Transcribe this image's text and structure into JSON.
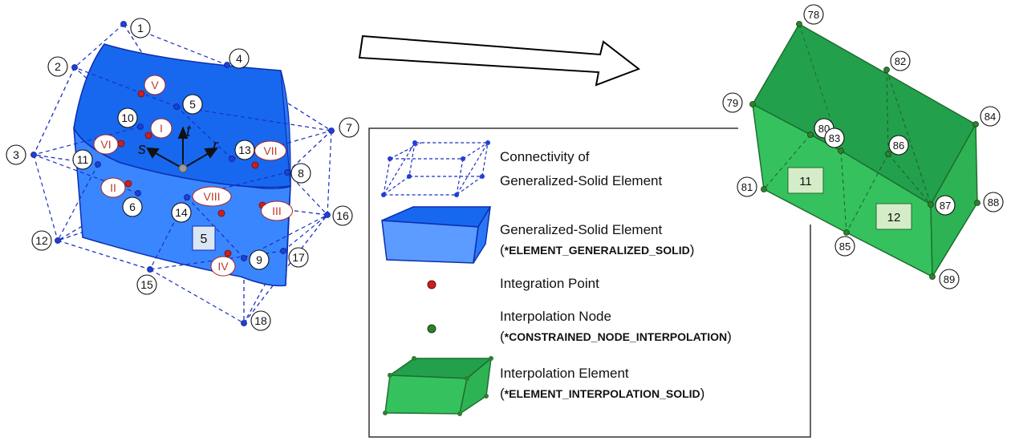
{
  "colors": {
    "blue_node": "#1f3fd6",
    "dash_blue": "#1a2fc4",
    "solid_top": "#1768ef",
    "solid_front": "#3a86ff",
    "solid_side": "#2a78f5",
    "solid_edge": "#0b2fb0",
    "integration_red": "#cc1f1f",
    "label_red": "#c0392b",
    "green_node": "#2f7f2f",
    "green_top": "#23a04c",
    "green_front": "#35c25e",
    "green_side": "#2db354",
    "green_edge": "#1e6e30",
    "axis": "#111111",
    "box_fill": "#d5ecc8",
    "box_fill_blue": "#dbe6f5"
  },
  "left_element": {
    "node_labels": [
      "1",
      "2",
      "3",
      "4",
      "5",
      "6",
      "7",
      "8",
      "9",
      "10",
      "11",
      "12",
      "13",
      "14",
      "15",
      "16",
      "17",
      "18"
    ],
    "integration_labels": [
      "I",
      "II",
      "III",
      "IV",
      "V",
      "VI",
      "VII",
      "VIII"
    ],
    "element_id": "5",
    "axes": {
      "r": "r",
      "s": "s",
      "t": "t"
    }
  },
  "right_element": {
    "node_labels": [
      "78",
      "79",
      "80",
      "81",
      "82",
      "83",
      "84",
      "85",
      "86",
      "87",
      "88",
      "89"
    ],
    "element_ids": [
      "11",
      "12"
    ]
  },
  "legend": {
    "items": [
      {
        "icon": "connectivity-wireframe-icon",
        "lines": [
          "Connectivity of",
          "Generalized-Solid Element"
        ]
      },
      {
        "icon": "generalized-solid-icon",
        "lines": [
          "Generalized-Solid Element"
        ],
        "keyword": "*ELEMENT_GENERALIZED_SOLID"
      },
      {
        "icon": "integration-point-icon",
        "lines": [
          "Integration Point"
        ]
      },
      {
        "icon": "interpolation-node-icon",
        "lines": [
          "Interpolation Node"
        ],
        "keyword": "*CONSTRAINED_NODE_INTERPOLATION"
      },
      {
        "icon": "interpolation-element-icon",
        "lines": [
          "Interpolation Element"
        ],
        "keyword": "*ELEMENT_INTERPOLATION_SOLID"
      }
    ],
    "open_paren": "(",
    "close_paren": ")"
  }
}
